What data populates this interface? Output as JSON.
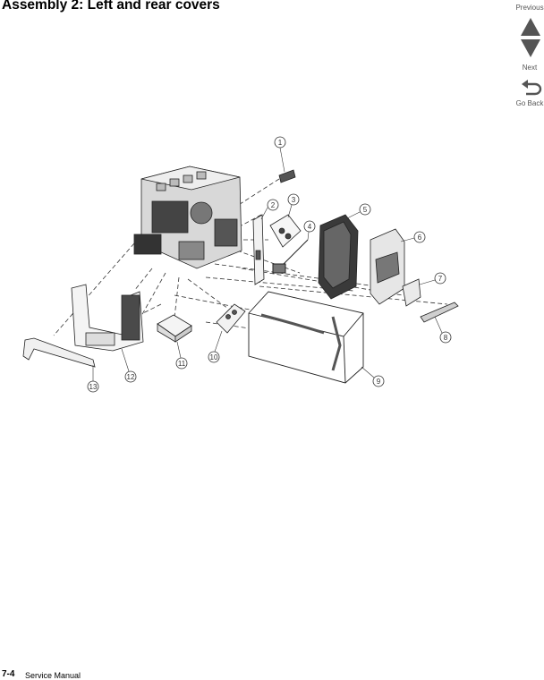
{
  "header": {
    "title": "Assembly 2:  Left and rear covers"
  },
  "nav": {
    "previous_label": "Previous",
    "next_label": "Next",
    "goback_label": "Go Back"
  },
  "callouts": [
    "1",
    "2",
    "3",
    "4",
    "5",
    "6",
    "7",
    "8",
    "9",
    "10",
    "11",
    "12",
    "13"
  ],
  "footer": {
    "page": "7-4",
    "text": "Service Manual"
  }
}
